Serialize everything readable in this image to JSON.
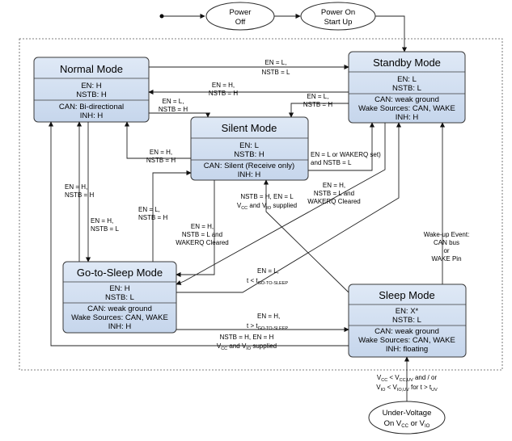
{
  "power_off": {
    "line1": "Power",
    "line2": "Off"
  },
  "power_on": {
    "line1": "Power On",
    "line2": "Start Up"
  },
  "under_voltage": {
    "line1": "Under-Voltage",
    "line2": "On V",
    "line2_sub1": "CC",
    "line2_mid": " or V",
    "line2_sub2": "IO"
  },
  "modes": {
    "normal": {
      "title": "Normal Mode",
      "l1": "EN: H",
      "l2": "NSTB: H",
      "l3": "CAN: Bi-directional",
      "l4": "INH: H"
    },
    "standby": {
      "title": "Standby Mode",
      "l1": "EN: L",
      "l2": "NSTB: L",
      "l3": "CAN: weak ground",
      "l4": "Wake Sources: CAN, WAKE",
      "l5": "INH: H"
    },
    "silent": {
      "title": "Silent Mode",
      "l1": "EN: L",
      "l2": "NSTB: H",
      "l3": "CAN: Silent (Receive only)",
      "l4": "INH: H"
    },
    "gotosleep": {
      "title": "Go-to-Sleep Mode",
      "l1": "EN: H",
      "l2": "NSTB: L",
      "l3": "CAN: weak ground",
      "l4": "Wake Sources: CAN, WAKE",
      "l5": "INH: H"
    },
    "sleep": {
      "title": "Sleep Mode",
      "l1": "EN: X*",
      "l2": "NSTB: L",
      "l3": "CAN: weak ground",
      "l4": "Wake Sources: CAN, WAKE",
      "l5": "INH: floating"
    }
  },
  "labels": {
    "normal_standby": {
      "a": "EN = L,",
      "b": "NSTB = L"
    },
    "standby_normal": {
      "a": "EN = H,",
      "b": "NSTB = H"
    },
    "normal_silent": {
      "a": "EN = L,",
      "b": "NSTB = H"
    },
    "standby_silent": {
      "a": "EN = L,",
      "b": "NSTB = H"
    },
    "silent_normal": {
      "a": "EN = H,",
      "b": "NSTB = H"
    },
    "silent_standby": {
      "a": "EN = L or WAKERQ set)",
      "b": "and NSTB = L"
    },
    "gts_normal": {
      "a": "EN = H,",
      "b": "NSTB = H"
    },
    "normal_gts": {
      "a": "EN = H,",
      "b": "NSTB = L"
    },
    "gts_silent": {
      "a": "EN = L,",
      "b": "NSTB = H"
    },
    "silent_gts": {
      "a": "EN = H,",
      "b": "NSTB = L and",
      "c": "WAKERQ Cleared"
    },
    "sleep_silent": {
      "a": "NSTB = H, EN = L",
      "b_pre": "V",
      "b_sub1": "CC",
      "b_mid": " and V",
      "b_sub2": "IO",
      "b_post": " supplied"
    },
    "sleep_gts": {
      "a": "EN = H,",
      "b": "NSTB = L and",
      "c": "WAKERQ Cleared"
    },
    "gts_standby": {
      "a": "EN = L,",
      "b_pre": "t < t",
      "b_sub": "GO-TO-SLEEP"
    },
    "gts_sleep": {
      "a": "EN = H,",
      "b_pre": "t > t",
      "b_sub": "GO-TO-SLEEP"
    },
    "sleep_normal": {
      "a": "NSTB = H, EN = H",
      "b_pre": "V",
      "b_sub1": "CC",
      "b_mid": " and V",
      "b_sub2": "IO",
      "b_post": " supplied"
    },
    "wakeup": {
      "a": "Wake-up Event:",
      "b": "CAN bus",
      "c": "or",
      "d": "WAKE Pin"
    },
    "undervoltage_cond": {
      "a_pre": "V",
      "a_sub1": "CC",
      "a_mid": " < V",
      "a_sub2": "CC,UV",
      "a_post": " and / or",
      "b_pre": "V",
      "b_sub1": "IO",
      "b_mid": " < V",
      "b_sub2": "IO,UV",
      "b_mid2": " for t > t",
      "b_sub3": "UV"
    }
  }
}
